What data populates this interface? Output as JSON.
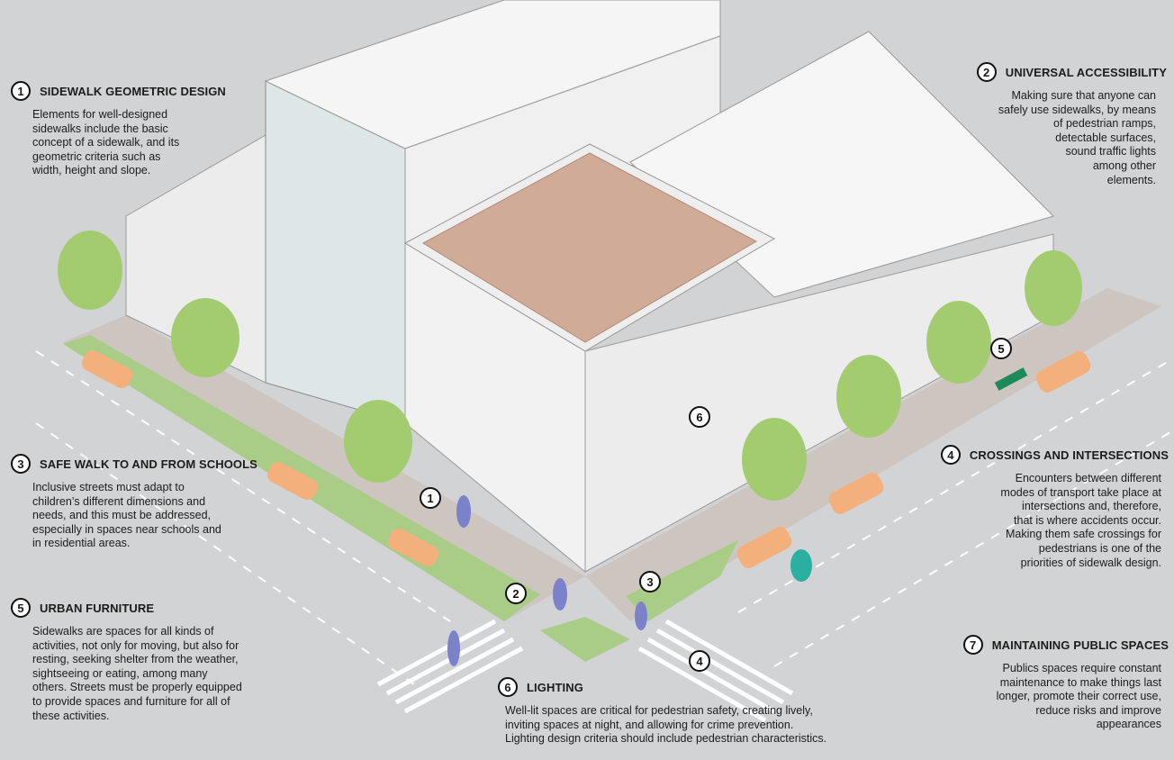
{
  "sections": [
    {
      "num": "1",
      "title": "SIDEWALK GEOMETRIC DESIGN",
      "lines": [
        "Elements for well-designed",
        "sidewalks include the basic",
        "concept of a sidewalk, and its",
        "geometric criteria such as",
        "width, height and slope."
      ]
    },
    {
      "num": "2",
      "title": "UNIVERSAL ACCESSIBILITY",
      "lines": [
        "Making sure that anyone can",
        "safely use sidewalks, by means",
        "of pedestrian ramps,",
        "detectable surfaces,",
        "sound traffic lights",
        "among other",
        "elements."
      ]
    },
    {
      "num": "3",
      "title": "SAFE WALK TO AND FROM SCHOOLS",
      "lines": [
        "Inclusive streets must adapt to",
        "children’s different dimensions and",
        "needs, and this must be addressed,",
        "especially in spaces near schools and",
        "in residential areas."
      ]
    },
    {
      "num": "4",
      "title": "CROSSINGS AND INTERSECTIONS",
      "lines": [
        "Encounters between different",
        "modes of transport take place at",
        "intersections and, therefore,",
        "that is where accidents occur.",
        "Making them safe crossings for",
        "pedestrians is one of the",
        "priorities of sidewalk design."
      ]
    },
    {
      "num": "5",
      "title": "URBAN FURNITURE",
      "lines": [
        "Sidewalks are spaces for all kinds of",
        "activities, not only for moving, but also for",
        "resting, seeking shelter from the weather,",
        "sightseeing or eating, among many",
        "others. Streets must be properly equipped",
        "to provide spaces and furniture for all of",
        "these activities."
      ]
    },
    {
      "num": "6",
      "title": "LIGHTING",
      "lines": [
        "Well-lit spaces are critical for pedestrian safety, creating lively,",
        "inviting spaces at night, and allowing for crime prevention.",
        "Lighting design criteria should include pedestrian characteristics."
      ]
    },
    {
      "num": "7",
      "title": "MAINTAINING PUBLIC SPACES",
      "lines": [
        "Publics spaces require constant",
        "maintenance to make things last",
        "longer, promote their correct use,",
        "reduce risks and improve",
        "appearances"
      ]
    }
  ],
  "markers": [
    "1",
    "2",
    "3",
    "4",
    "5",
    "6"
  ],
  "colors": {
    "background": "#d2d3d4",
    "building": "#f4f4f4",
    "roof": "#d0ab97",
    "tree": "#a3cc71",
    "car": "#f3b07c",
    "sidewalk": "#cdc5c0",
    "green_strip": "#a9cc86",
    "pedestrian": "#7b82c9",
    "bench": "#1e8a5a",
    "cyclist": "#2ab0a0"
  }
}
